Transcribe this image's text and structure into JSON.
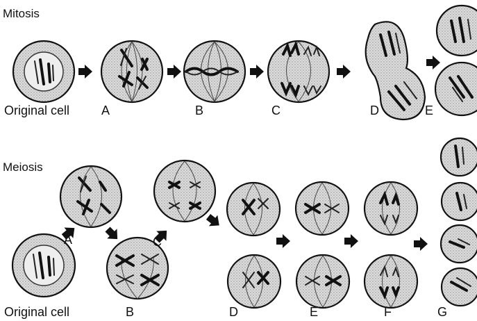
{
  "mitosis": {
    "heading": "Mitosis",
    "labels": [
      "Original cell",
      "A",
      "B",
      "C",
      "D",
      "E"
    ]
  },
  "meiosis": {
    "heading": "Meiosis",
    "labels": [
      "Original cell",
      "A",
      "B",
      "C",
      "D",
      "E",
      "F",
      "G"
    ]
  }
}
